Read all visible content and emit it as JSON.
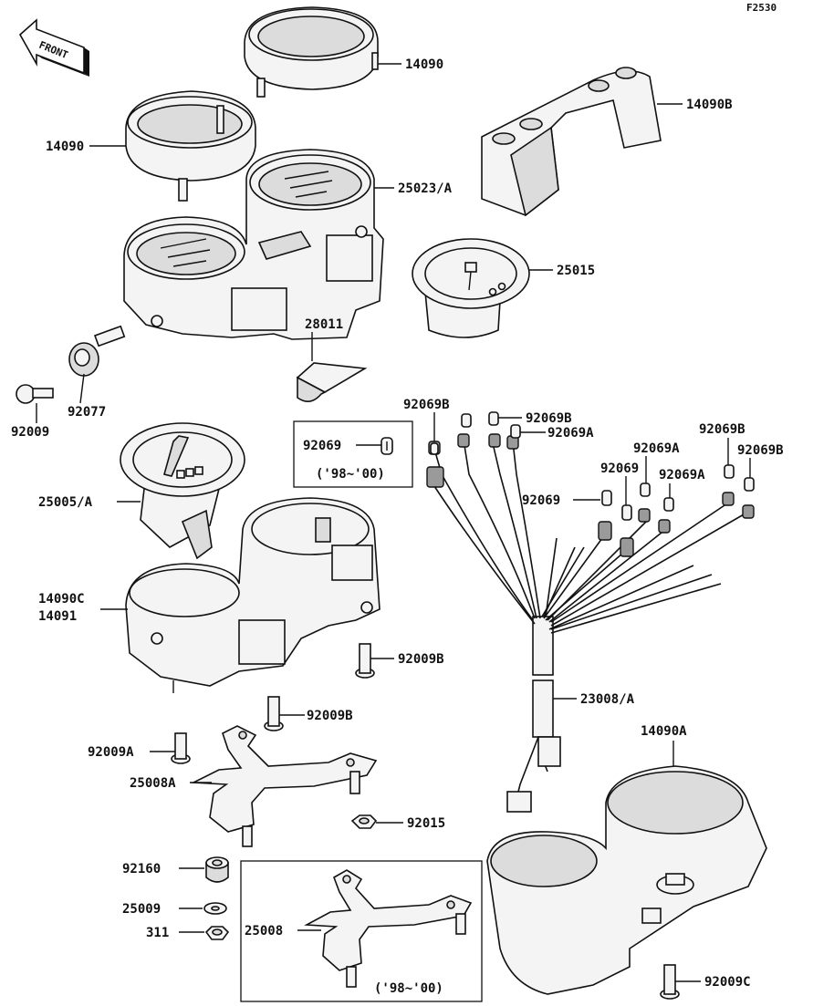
{
  "sheet_code": "F2530",
  "front_arrow": "FRONT",
  "labels": {
    "ring_upper": "14090",
    "ring_left": "14090",
    "cover_upper": "14090B",
    "meter_assy": "25023/A",
    "tacho": "25015",
    "sensor": "28011",
    "knob": "92077",
    "screw_small": "92009",
    "speedo": "25005/A",
    "case_c": "14090C",
    "case_d": "14091",
    "screw_b_right": "92009B",
    "screw_b_mid": "92009B",
    "screw_a": "92009A",
    "bracket_a": "25008A",
    "nut_15": "92015",
    "grommet": "92160",
    "washer": "25009",
    "nut_311": "311",
    "bracket_inset": "25008",
    "harness": "23008/A",
    "cover_lower": "14090A",
    "screw_c": "92009C",
    "socket_b_1": "92069B",
    "socket_b_2": "92069B",
    "socket_a_1": "92069A",
    "socket_b_3": "92069B",
    "socket_a_2": "92069A",
    "socket_b_4": "92069B",
    "socket_mid": "92069",
    "socket_a_3": "92069A",
    "socket_left": "92069",
    "inset_bulb": "92069",
    "year_range_1": "('98~'00)",
    "year_range_2": "('98~'00)"
  }
}
